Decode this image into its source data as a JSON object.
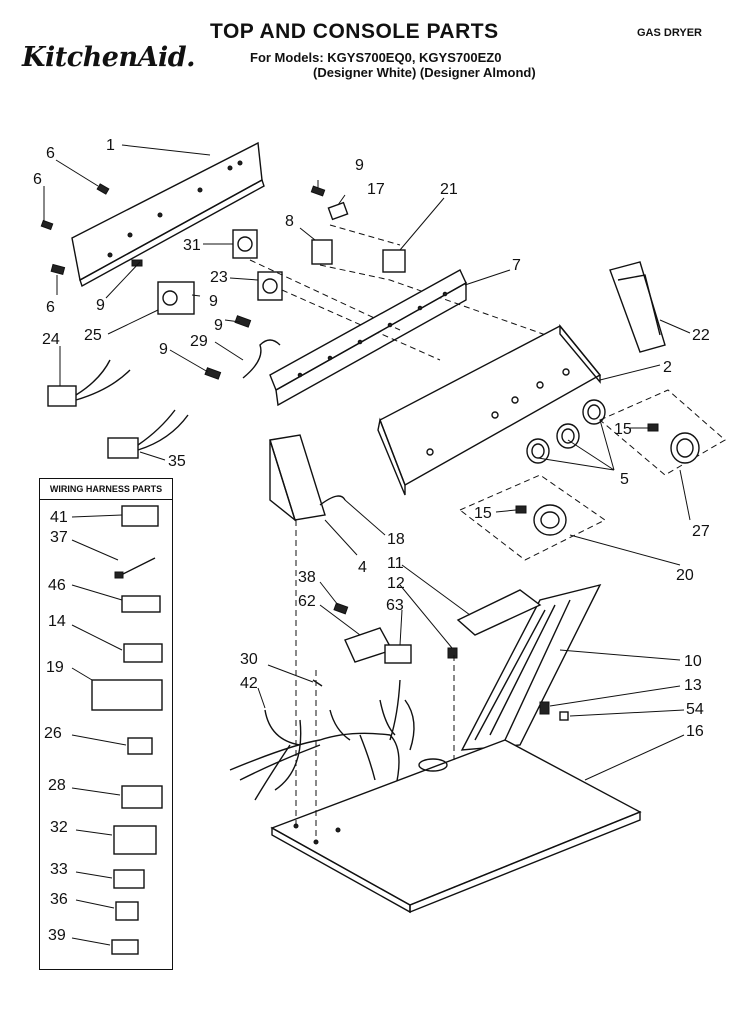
{
  "header": {
    "brand": "KitchenAid.",
    "title": "TOP AND CONSOLE PARTS",
    "models": "For Models: KGYS700EQ0, KGYS700EZ0",
    "variants": "(Designer White) (Designer Almond)",
    "dryer_type": "GAS DRYER"
  },
  "harness_box": {
    "title": "WIRING HARNESS PARTS",
    "callouts": [
      "41",
      "37",
      "46",
      "14",
      "19",
      "26",
      "28",
      "32",
      "33",
      "36",
      "39"
    ]
  },
  "callouts": [
    "1",
    "6",
    "6",
    "6",
    "9",
    "17",
    "21",
    "8",
    "7",
    "31",
    "23",
    "9",
    "9",
    "25",
    "9",
    "24",
    "29",
    "9",
    "22",
    "2",
    "35",
    "15",
    "5",
    "27",
    "18",
    "4",
    "15",
    "20",
    "11",
    "12",
    "38",
    "62",
    "63",
    "30",
    "42",
    "10",
    "13",
    "54",
    "16"
  ]
}
